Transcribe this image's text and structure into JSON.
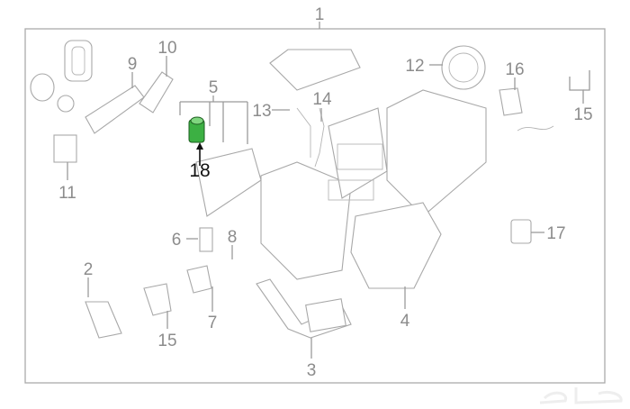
{
  "diagram": {
    "title": "Heater & cooling unit parts diagram",
    "callouts": {
      "c1": "1",
      "c2": "2",
      "c3": "3",
      "c4": "4",
      "c5": "5",
      "c6": "6",
      "c7": "7",
      "c8": "8",
      "c9": "9",
      "c10": "10",
      "c11": "11",
      "c12": "12",
      "c13": "13",
      "c14": "14",
      "c15a": "15",
      "c15b": "15",
      "c16": "16",
      "c17": "17",
      "c18": "18"
    },
    "highlighted_part": "18",
    "highlight_color": "#3cb043",
    "watermark": "حراج"
  }
}
